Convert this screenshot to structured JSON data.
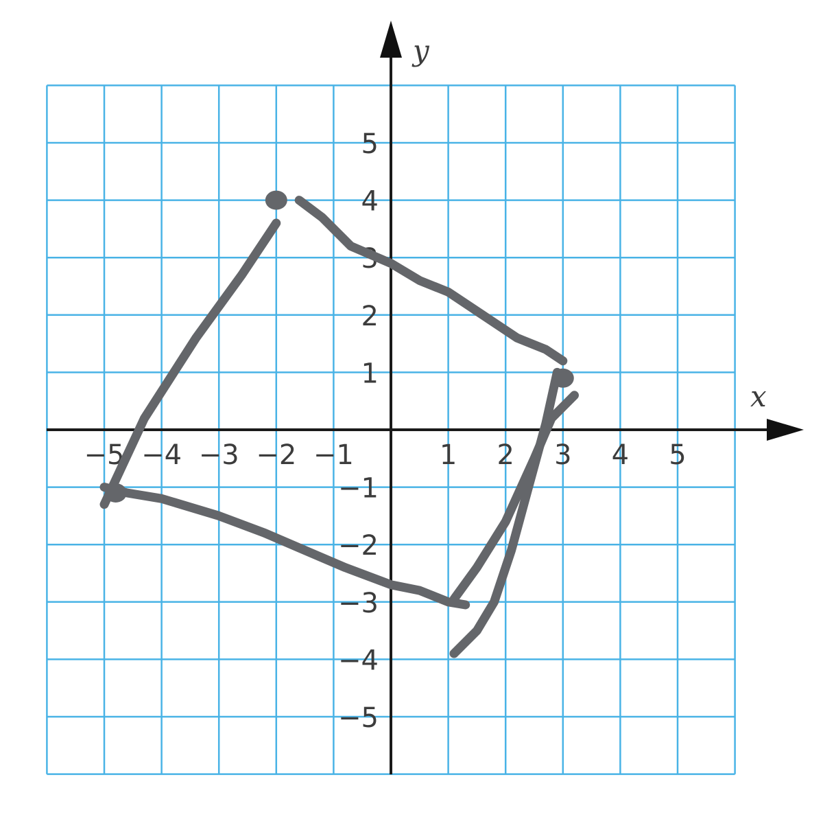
{
  "axes": {
    "x_label": "x",
    "y_label": "y"
  },
  "grid": {
    "x_min": -6,
    "x_max": 6,
    "y_min": -6,
    "y_max": 6,
    "step": 1,
    "on": true,
    "color": "#49b3e6"
  },
  "ticks": {
    "x": [
      {
        "value": -5,
        "label": "−5"
      },
      {
        "value": -4,
        "label": "−4"
      },
      {
        "value": -3,
        "label": "−3"
      },
      {
        "value": -2,
        "label": "−2"
      },
      {
        "value": -1,
        "label": "−1"
      },
      {
        "value": 1,
        "label": "1"
      },
      {
        "value": 2,
        "label": "2"
      },
      {
        "value": 3,
        "label": "3"
      },
      {
        "value": 4,
        "label": "4"
      },
      {
        "value": 5,
        "label": "5"
      }
    ],
    "y": [
      {
        "value": 5,
        "label": "5"
      },
      {
        "value": 4,
        "label": "4"
      },
      {
        "value": 3,
        "label": "3"
      },
      {
        "value": 2,
        "label": "2"
      },
      {
        "value": 1,
        "label": "1"
      },
      {
        "value": -1,
        "label": "−1"
      },
      {
        "value": -2,
        "label": "−2"
      },
      {
        "value": -3,
        "label": "−3"
      },
      {
        "value": -4,
        "label": "−4"
      },
      {
        "value": -5,
        "label": "−5"
      }
    ]
  },
  "drawing": {
    "color": "#64666a",
    "points": [
      {
        "name": "top-left-point",
        "x": -2,
        "y": 4
      },
      {
        "name": "right-point",
        "x": 3,
        "y": 0.9
      },
      {
        "name": "left-point",
        "x": -4.8,
        "y": -1.1
      }
    ],
    "strokes": [
      {
        "name": "stroke-top-left-to-left",
        "points": [
          [
            -2,
            3.6
          ],
          [
            -2.6,
            2.7
          ],
          [
            -3.4,
            1.6
          ],
          [
            -4.3,
            0.2
          ],
          [
            -5,
            -1.3
          ]
        ]
      },
      {
        "name": "stroke-top-to-right",
        "points": [
          [
            -1.6,
            4
          ],
          [
            -1.2,
            3.7
          ],
          [
            -0.7,
            3.2
          ],
          [
            0,
            2.9
          ],
          [
            0.5,
            2.6
          ],
          [
            1,
            2.4
          ],
          [
            1.6,
            2
          ],
          [
            2.2,
            1.6
          ],
          [
            2.7,
            1.4
          ],
          [
            3,
            1.2
          ]
        ]
      },
      {
        "name": "stroke-left-to-bottom",
        "points": [
          [
            -5,
            -1
          ],
          [
            -4.6,
            -1.1
          ],
          [
            -4,
            -1.2
          ],
          [
            -3,
            -1.5
          ],
          [
            -2.2,
            -1.8
          ],
          [
            -1.5,
            -2.1
          ],
          [
            -0.8,
            -2.4
          ],
          [
            0,
            -2.7
          ],
          [
            0.5,
            -2.8
          ],
          [
            1,
            -3
          ],
          [
            1.3,
            -3.05
          ]
        ]
      },
      {
        "name": "stroke-bottom-to-right",
        "points": [
          [
            1.1,
            -2.95
          ],
          [
            1.5,
            -2.4
          ],
          [
            2,
            -1.6
          ],
          [
            2.5,
            -0.5
          ],
          [
            2.8,
            0.2
          ],
          [
            3.2,
            0.6
          ]
        ]
      },
      {
        "name": "stroke-right-to-lower",
        "points": [
          [
            2.9,
            1
          ],
          [
            2.7,
            0.1
          ],
          [
            2.4,
            -1
          ],
          [
            2.1,
            -2.1
          ],
          [
            1.8,
            -3
          ],
          [
            1.5,
            -3.5
          ],
          [
            1.1,
            -3.9
          ]
        ]
      }
    ]
  }
}
